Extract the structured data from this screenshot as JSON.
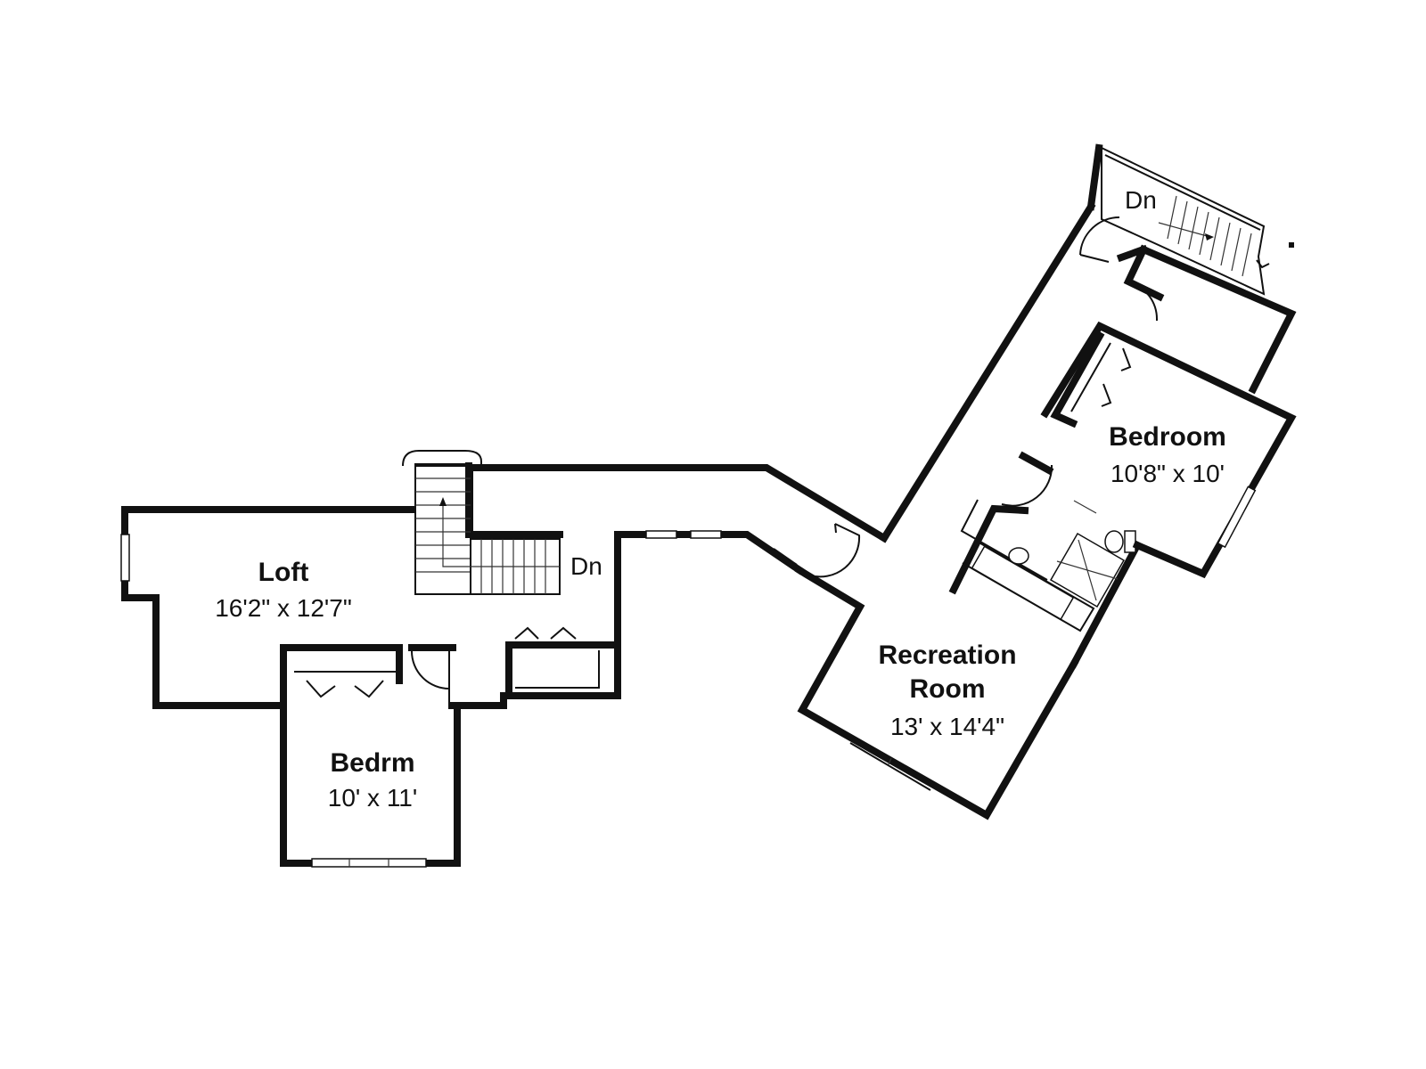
{
  "rooms": {
    "loft": {
      "name": "Loft",
      "dim": "16'2\" x 12'7\""
    },
    "bedrm": {
      "name": "Bedrm",
      "dim": "10' x 11'"
    },
    "recreation": {
      "name_line1": "Recreation",
      "name_line2": "Room",
      "dim": "13' x 14'4\""
    },
    "bedroom": {
      "name": "Bedroom",
      "dim": "10'8\" x 10'"
    }
  },
  "stairs": {
    "left_label": "Dn",
    "right_label": "Dn"
  },
  "colors": {
    "ink": "#111111",
    "paper": "#ffffff"
  }
}
